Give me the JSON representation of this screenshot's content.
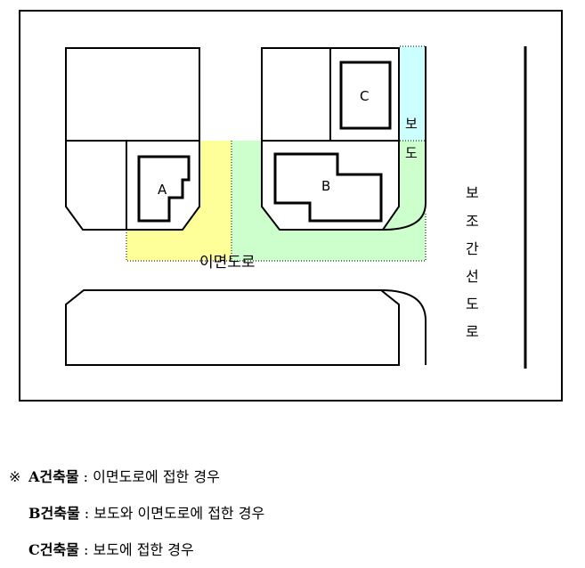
{
  "diagram": {
    "labels": {
      "building_a": "A",
      "building_b": "B",
      "building_c": "C",
      "sidewalk_chars": [
        "보",
        "도"
      ],
      "alley_road": "이면도로",
      "arterial_road_chars": [
        "보",
        "조",
        "간",
        "선",
        "도",
        "로"
      ]
    },
    "colors": {
      "frame": "#000000",
      "alley_zone_a": "#ffff99",
      "alley_zone_b": "#ccffcc",
      "sidewalk": "#ccffff"
    }
  },
  "notes": {
    "marker": "※",
    "items": [
      {
        "building": "A건축물",
        "separator": ":",
        "desc": "이면도로에 접한 경우"
      },
      {
        "building": "B건축물",
        "separator": ":",
        "desc": "보도와 이면도로에 접한 경우"
      },
      {
        "building": "C건축물",
        "separator": ":",
        "desc": "보도에 접한 경우"
      }
    ]
  }
}
